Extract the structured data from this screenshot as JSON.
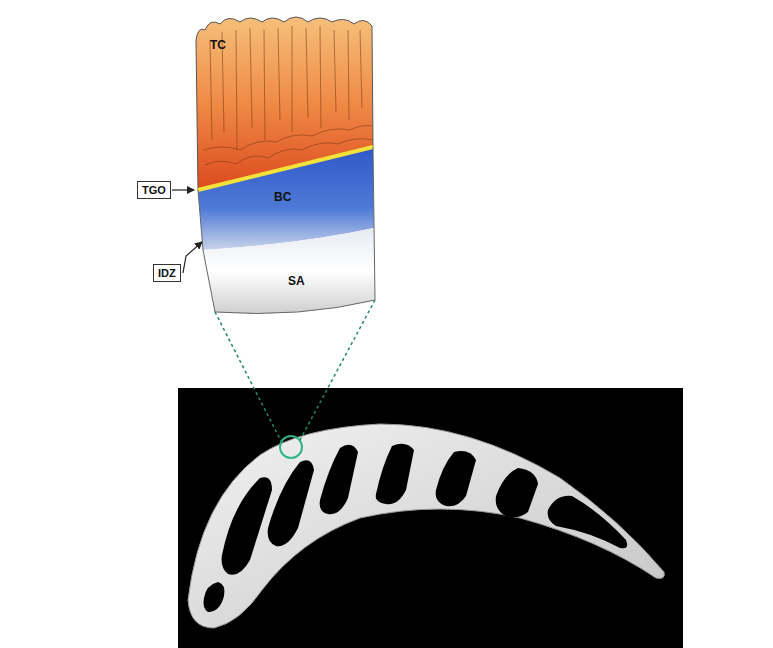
{
  "diagram": {
    "nodes": [
      {
        "text": [
          "TC"
        ]
      },
      {
        "text": [
          "TGO"
        ]
      },
      {
        "text": [
          "BC"
        ]
      },
      {
        "text": [
          "IDZ"
        ]
      },
      {
        "text": [
          "SA"
        ]
      }
    ]
  }
}
